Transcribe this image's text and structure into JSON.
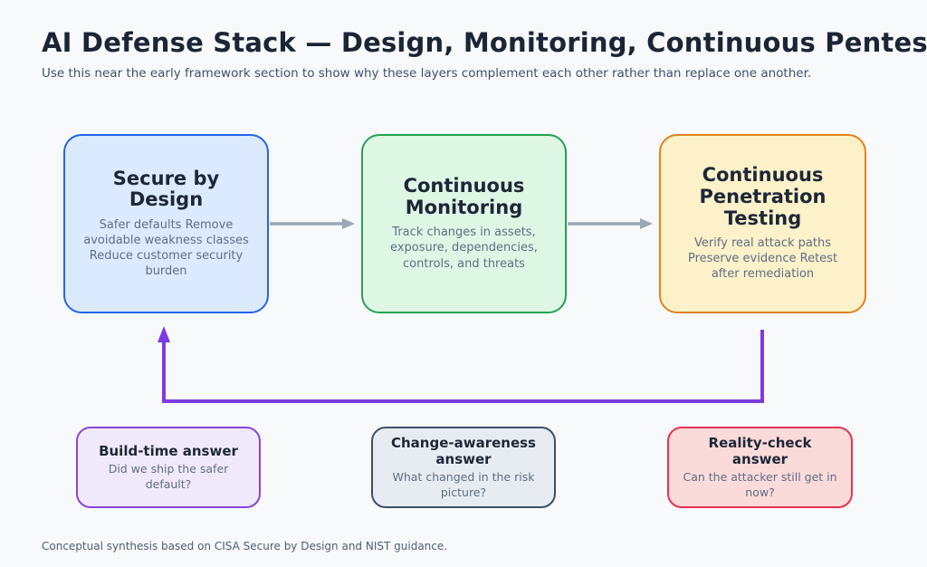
{
  "page": {
    "title": "AI Defense Stack — Design, Monitoring, Continuous Pentesting",
    "subtitle": "Use this near the early framework section to show why these layers complement each other rather than replace one another.",
    "footer": "Conceptual synthesis based on CISA Secure by Design and NIST guidance."
  },
  "diagram": {
    "stages": [
      {
        "title": "Secure by Design",
        "body": "Safer defaults Remove avoidable weakness classes Reduce customer security burden",
        "fill": "#dbeafe",
        "border": "#2563eb"
      },
      {
        "title": "Continuous Monitoring",
        "body": "Track changes in assets, exposure, dependencies, controls, and threats",
        "fill": "#def7e5",
        "border": "#22a351"
      },
      {
        "title": "Continuous Penetration Testing",
        "body": "Verify real attack paths Preserve evidence Retest after remediation",
        "fill": "#fcf1c9",
        "border": "#e0821c"
      }
    ],
    "answers": [
      {
        "title": "Build-time answer",
        "body": "Did we ship the safer default?",
        "fill": "#f0e9fb",
        "border": "#8747d8"
      },
      {
        "title": "Change-awareness answer",
        "body": "What changed in the risk picture?",
        "fill": "#e7ecf2",
        "border": "#3e4f68"
      },
      {
        "title": "Reality-check answer",
        "body": "Can the attacker still get in now?",
        "fill": "#fbdada",
        "border": "#e63253"
      }
    ],
    "colors": {
      "background": "#f7f9fb",
      "heading_text": "#1c2536",
      "muted_text": "#5f6e82",
      "flow_arrow": "#9ca6b4",
      "feedback_arrow": "#7d3be0"
    }
  }
}
